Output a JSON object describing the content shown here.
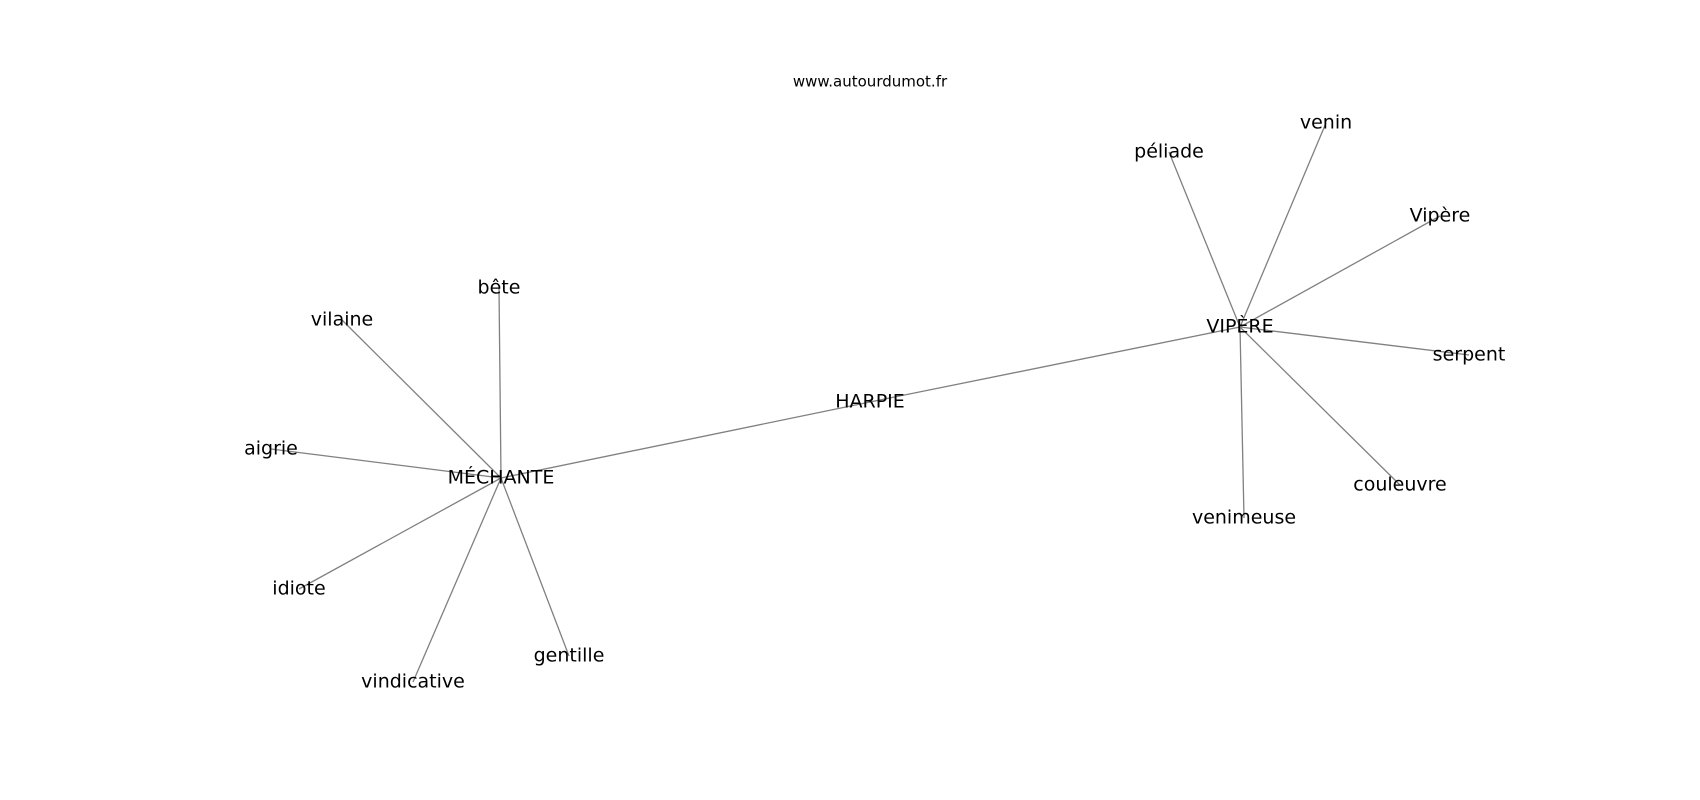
{
  "site": "www.autourdumot.fr",
  "nodes": [
    {
      "id": "harpie",
      "label": "HARPIE"
    },
    {
      "id": "mechante",
      "label": "MÉCHANTE"
    },
    {
      "id": "vipere_hub",
      "label": "VIPÈRE"
    },
    {
      "id": "bete",
      "label": "bête"
    },
    {
      "id": "vilaine",
      "label": "vilaine"
    },
    {
      "id": "aigrie",
      "label": "aigrie"
    },
    {
      "id": "idiote",
      "label": "idiote"
    },
    {
      "id": "vindicative",
      "label": "vindicative"
    },
    {
      "id": "gentille",
      "label": "gentille"
    },
    {
      "id": "peliade",
      "label": "péliade"
    },
    {
      "id": "venin",
      "label": "venin"
    },
    {
      "id": "vipere_word",
      "label": "Vipère"
    },
    {
      "id": "serpent",
      "label": "serpent"
    },
    {
      "id": "couleuvre",
      "label": "couleuvre"
    },
    {
      "id": "venimeuse",
      "label": "venimeuse"
    }
  ],
  "edges": [
    [
      "harpie",
      "mechante"
    ],
    [
      "harpie",
      "vipere_hub"
    ],
    [
      "mechante",
      "bete"
    ],
    [
      "mechante",
      "vilaine"
    ],
    [
      "mechante",
      "aigrie"
    ],
    [
      "mechante",
      "idiote"
    ],
    [
      "mechante",
      "vindicative"
    ],
    [
      "mechante",
      "gentille"
    ],
    [
      "vipere_hub",
      "peliade"
    ],
    [
      "vipere_hub",
      "venin"
    ],
    [
      "vipere_hub",
      "vipere_word"
    ],
    [
      "vipere_hub",
      "serpent"
    ],
    [
      "vipere_hub",
      "couleuvre"
    ],
    [
      "vipere_hub",
      "venimeuse"
    ]
  ]
}
